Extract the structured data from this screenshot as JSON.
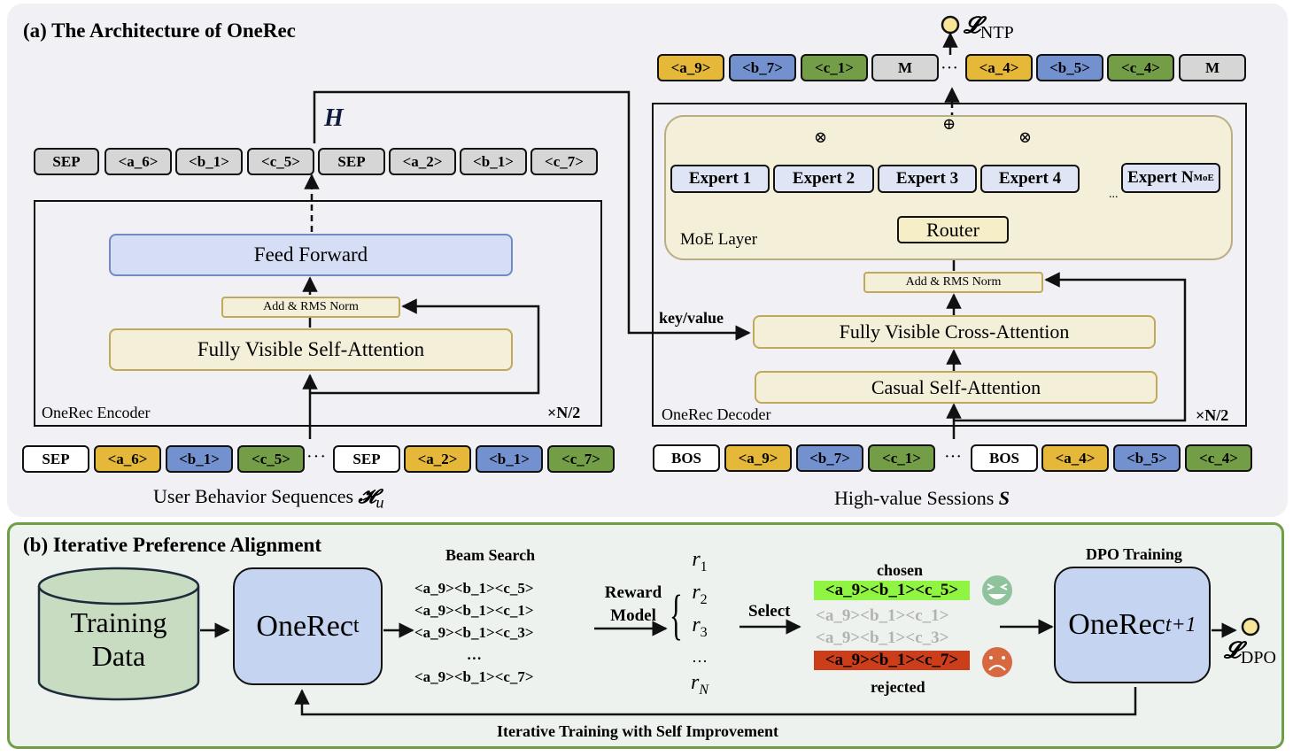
{
  "panel_a": {
    "title": "(a) The Architecture of OneRec",
    "encoder": {
      "output_label": "H",
      "output_tokens": [
        {
          "text": "SEP",
          "color": "gray"
        },
        {
          "text": "<a_6>",
          "color": "gray"
        },
        {
          "text": "<b_1>",
          "color": "gray"
        },
        {
          "text": "<c_5>",
          "color": "gray"
        },
        {
          "text": "SEP",
          "color": "gray"
        },
        {
          "text": "<a_2>",
          "color": "gray"
        },
        {
          "text": "<b_1>",
          "color": "gray"
        },
        {
          "text": "<c_7>",
          "color": "gray"
        }
      ],
      "feed_forward": "Feed Forward",
      "add_norm": "Add & RMS Norm",
      "self_attention": "Fully Visible Self-Attention",
      "name": "OneRec Encoder",
      "repeat": "×N/2",
      "input_tokens": [
        {
          "text": "SEP",
          "color": "white"
        },
        {
          "text": "<a_6>",
          "color": "yellow"
        },
        {
          "text": "<b_1>",
          "color": "blue"
        },
        {
          "text": "<c_5>",
          "color": "green"
        },
        {
          "text": "SEP",
          "color": "white"
        },
        {
          "text": "<a_2>",
          "color": "yellow"
        },
        {
          "text": "<b_1>",
          "color": "blue"
        },
        {
          "text": "<c_7>",
          "color": "green"
        }
      ],
      "ellipsis": "···",
      "caption": "User Behavior Sequences ",
      "caption_symbol": "𝓗",
      "caption_sub": "u"
    },
    "decoder": {
      "loss_symbol": "𝓛",
      "loss_sub": "NTP",
      "output_tokens": [
        {
          "text": "<a_9>",
          "color": "yellow"
        },
        {
          "text": "<b_7>",
          "color": "blue"
        },
        {
          "text": "<c_1>",
          "color": "green"
        },
        {
          "text": "M",
          "color": "gray"
        },
        {
          "text": "<a_4>",
          "color": "yellow"
        },
        {
          "text": "<b_5>",
          "color": "blue"
        },
        {
          "text": "<c_4>",
          "color": "green"
        },
        {
          "text": "M",
          "color": "gray"
        }
      ],
      "ellipsis": "···",
      "moe": {
        "name": "MoE Layer",
        "experts": [
          "Expert 1",
          "Expert 2",
          "Expert 3",
          "Expert 4"
        ],
        "last_expert": "Expert N",
        "last_expert_sub": "MoE",
        "router": "Router",
        "sum_symbol": "⊕",
        "mul_symbol": "⊗",
        "ellipsis": "..."
      },
      "add_norm": "Add & RMS Norm",
      "key_value": "key/value",
      "cross_attention": "Fully Visible Cross-Attention",
      "causal_attention": "Casual Self-Attention",
      "name": "OneRec Decoder",
      "repeat": "×N/2",
      "input_tokens": [
        {
          "text": "BOS",
          "color": "white"
        },
        {
          "text": "<a_9>",
          "color": "yellow"
        },
        {
          "text": "<b_7>",
          "color": "blue"
        },
        {
          "text": "<c_1>",
          "color": "green"
        },
        {
          "text": "BOS",
          "color": "white"
        },
        {
          "text": "<a_4>",
          "color": "yellow"
        },
        {
          "text": "<b_5>",
          "color": "blue"
        },
        {
          "text": "<c_4>",
          "color": "green"
        }
      ],
      "caption": "High-value Sessions ",
      "caption_symbol": "S"
    }
  },
  "panel_b": {
    "title": "(b) Iterative Preference Alignment",
    "training_data": [
      "Training",
      "Data"
    ],
    "model_t": "OneRec",
    "model_t_sub": "t",
    "beam_search": {
      "title": "Beam Search",
      "candidates": [
        "<a_9><b_1><c_5>",
        "<a_9><b_1><c_1>",
        "<a_9><b_1><c_3>",
        "…",
        "<a_9><b_1><c_7>"
      ]
    },
    "reward_model": [
      "Reward",
      "Model"
    ],
    "rewards": [
      "r1",
      "r2",
      "r3",
      "…",
      "rN"
    ],
    "reward_symbol": "r",
    "reward_subs": [
      "1",
      "2",
      "3",
      "",
      "N"
    ],
    "select_label": "Select",
    "chosen_label": "chosen",
    "rejected_label": "rejected",
    "selection": [
      {
        "text": "<a_9><b_1><c_5>",
        "state": "chosen"
      },
      {
        "text": "<a_9><b_1><c_1>",
        "state": "dim"
      },
      {
        "text": "<a_9><b_1><c_3>",
        "state": "dim"
      },
      {
        "text": "<a_9><b_1><c_7>",
        "state": "rejected"
      }
    ],
    "dpo_title": "DPO Training",
    "model_t1": "OneRec",
    "model_t1_sub": "t+1",
    "loss_symbol": "𝓛",
    "loss_sub": "DPO",
    "loop_label": "Iterative Training with Self Improvement",
    "colors": {
      "chosen": "#8ff542",
      "rejected": "#cc3d1a",
      "dim_text": "#b2b2b2",
      "happy_face": "#8fc39c",
      "sad_face": "#d8683f"
    }
  },
  "colors": {
    "token_yellow": "#e5b83a",
    "token_blue": "#7491cf",
    "token_green": "#739d46",
    "token_gray": "#d6d6d6",
    "panel_a_bg": "#f1f0f4",
    "panel_b_bg": "#edf2ef",
    "panel_b_border": "#6e9f46",
    "loss_node": "#f7e59a"
  }
}
